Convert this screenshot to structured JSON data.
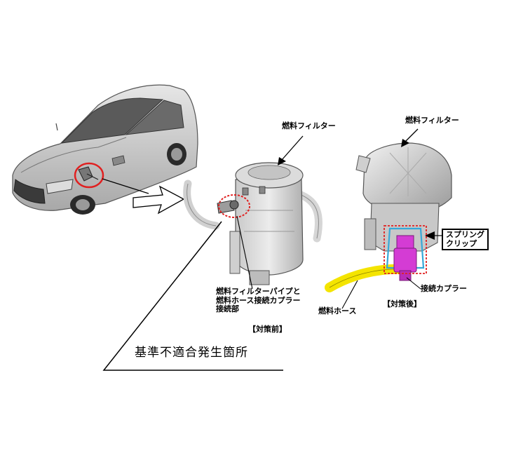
{
  "labels": {
    "fuel_filter_left": "燃料フィルター",
    "fuel_filter_right": "燃料フィルター",
    "connection_line1": "燃料フィルターパイプと",
    "connection_line2": "燃料ホース接続カプラー",
    "connection_line3": "接続部",
    "before": "【対策前】",
    "after": "【対策後】",
    "spring_clip_line1": "スプリング",
    "spring_clip_line2": "クリップ",
    "coupler": "接続カプラー",
    "fuel_hose": "燃料ホース",
    "nonconformity": "基準不適合発生箇所"
  },
  "colors": {
    "highlight_circle": "#e02020",
    "fuel_hose": "#f4e400",
    "coupler": "#d43cd4",
    "spring_clip": "#36a8d8"
  },
  "icons": {
    "car": "car-illustration",
    "filter_before": "fuel-filter-illustration",
    "filter_after": "fuel-filter-illustration"
  }
}
